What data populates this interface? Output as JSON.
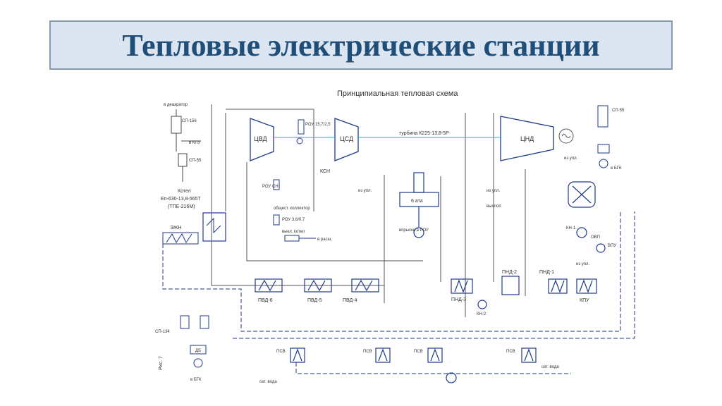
{
  "title": "Тепловые электрические станции",
  "scheme": {
    "heading": "Принципиальная тепловая схема",
    "turbine_label": "турбина К225-13,8-5Р",
    "cylinders": {
      "cvd": "ЦВД",
      "csd": "ЦСД",
      "cnd": "ЦНД"
    },
    "boiler": {
      "line1": "Котел",
      "line2": "Еп-630-13,8-565Т",
      "line3": "(ТПЕ-216М)"
    },
    "deaerator": "6 ата",
    "heaters": {
      "pvd6": "ПВД-6",
      "pvd5": "ПВД-5",
      "pvd4": "ПВД-4",
      "pnd3": "ПНД-3",
      "pnd2": "ПНД-2",
      "pnd1": "ПНД-1",
      "kpu": "КПУ"
    },
    "pumps": {
      "kn1": "КН-1",
      "kn2": "КН-2"
    },
    "psv": [
      "ПСВ",
      "ПСВ",
      "ПСВ",
      "ПСВ"
    ],
    "misc": {
      "to_deaerator": "в деаэратор",
      "sp156": "СП-156",
      "sp55_left": "СП-55",
      "sp55_right": "СП-55",
      "to_kpu": "в КПУ",
      "ezhn": "ЭЖН",
      "rou1": "РОУ 15,7/2,5",
      "rou2": "РОУ 3,6/0,7",
      "rou_cn": "РОУ СН",
      "ksn": "КСН",
      "obshch_kollektor": "общест. коллектор",
      "vylk": "выкл. котел",
      "v_rasch": "в расш.",
      "iz_upl_1": "из упл.",
      "iz_upl_2": "из упл.",
      "iz_upl_3": "из упл.",
      "iz_upl_4": "из упл.",
      "vyhlop": "выхлоп",
      "vpryski": "впрыски в РОУ",
      "v_bgk_right": "в БГК",
      "v_bgk_left": "в БГК",
      "ovhp": "ОВП",
      "bpu": "ВПУ",
      "sp134": "СП-134",
      "db": "ДБ",
      "set_voda_1": "сет. вода",
      "set_voda_2": "сет. вода",
      "ris": "Рис. 7"
    }
  }
}
